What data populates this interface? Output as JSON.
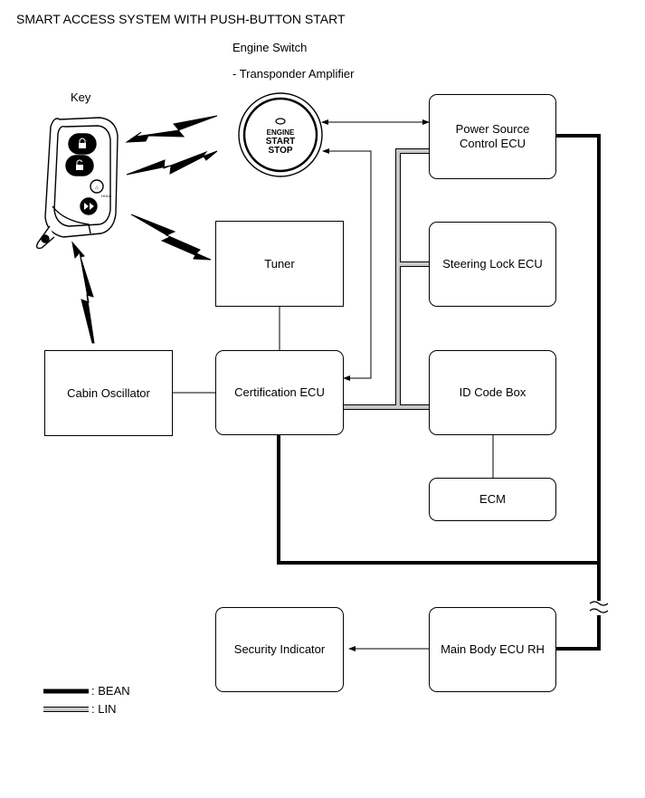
{
  "title": "SMART ACCESS SYSTEM WITH PUSH-BUTTON START",
  "engine_switch": {
    "label": "Engine Switch",
    "sub_label": "- Transponder Amplifier",
    "button_text_1": "ENGINE",
    "button_text_2": "START",
    "button_text_3": "STOP"
  },
  "key": {
    "label": "Key",
    "hold_text": "HOLD"
  },
  "boxes": {
    "power_source": "Power Source Control ECU",
    "steering_lock": "Steering Lock ECU",
    "tuner": "Tuner",
    "cabin_oscillator": "Cabin Oscillator",
    "certification": "Certification ECU",
    "id_code_box": "ID Code Box",
    "ecm": "ECM",
    "security_indicator": "Security Indicator",
    "main_body": "Main Body ECU RH"
  },
  "legend": {
    "bean": ": BEAN",
    "lin": ": LIN"
  },
  "colors": {
    "bean": "#000000",
    "lin": "#c8c8c8"
  }
}
